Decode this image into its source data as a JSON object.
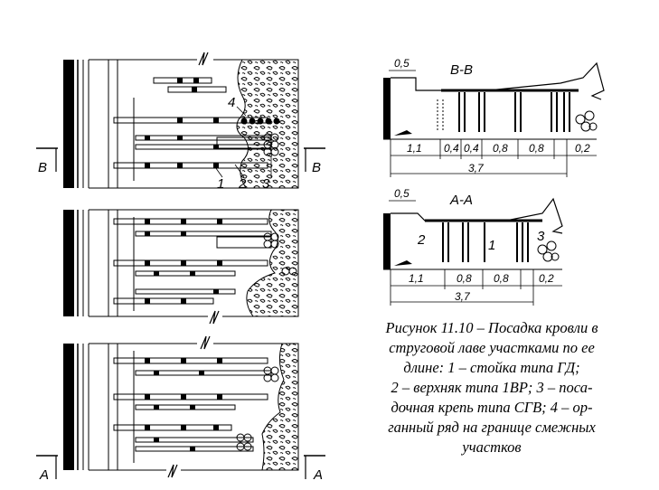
{
  "plan_labels": {
    "section_b": "В",
    "section_a": "А",
    "organ_row": "4",
    "prop": "1",
    "cap": "2",
    "breaker_support": "3"
  },
  "section_bb": {
    "title": "В-В",
    "top_dim": "0,5",
    "dims": [
      "1,1",
      "0,4",
      "0,4",
      "0,8",
      "0,8",
      "0,2"
    ],
    "total": "3,7"
  },
  "section_aa": {
    "title": "А-А",
    "top_dim": "0,5",
    "labels": [
      "2",
      "1",
      "3"
    ],
    "dims": [
      "1,1",
      "0,8",
      "0,8",
      "0,2"
    ],
    "total": "3,7"
  },
  "caption": {
    "lines": [
      "Рисунок 11.10 – Посадка кровли в",
      "струговой лаве участками по ее",
      "длине: 1 – стойка типа ГД;",
      "2 – верхняк типа 1ВР; 3 – поса-",
      "дочная крепь типа СГВ; 4 – ор-",
      "ганный ряд на границе смежных",
      "участков"
    ]
  }
}
